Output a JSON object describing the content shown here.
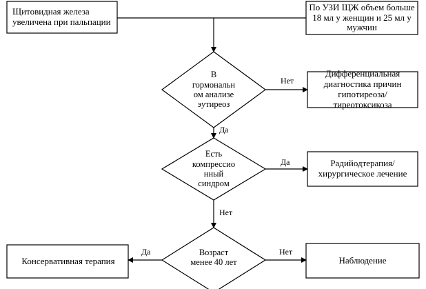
{
  "nodes": {
    "start": "Щитовидная железа увеличена при пальпации",
    "ultrasound": "По УЗИ ЩЖ объем больше 18 мл у женщин и 25 мл у мужчин",
    "hormone_question": "В гормональном анализе эутиреоз",
    "differential": "Дифференциальная диагностика причин гипотиреоза/тиреотоксикоза",
    "compression_question": "Есть компрессионный синдром",
    "radiotherapy": "Радийодтерапия/хирургическое лечение",
    "age_question": "Возраст менее 40 лет",
    "conservative": "Консервативная терапия",
    "observation": "Наблюдение"
  },
  "edges": {
    "hormone_no": "Нет",
    "hormone_yes": "Да",
    "compression_yes": "Да",
    "compression_no": "Нет",
    "age_yes": "Да",
    "age_no": "Нет"
  }
}
